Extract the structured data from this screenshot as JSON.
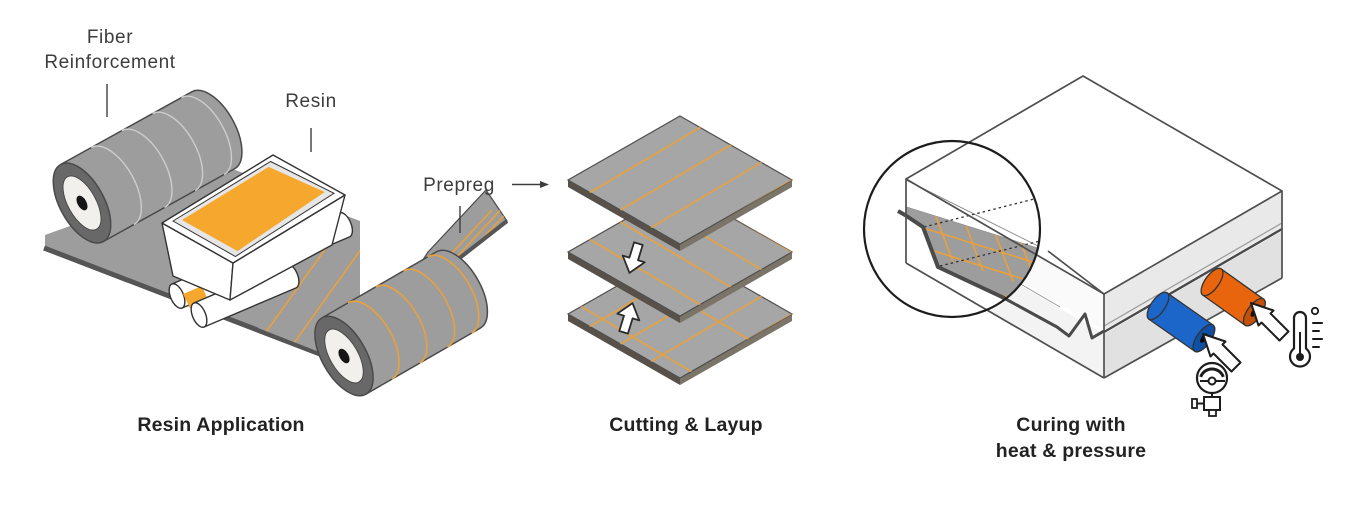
{
  "figure": {
    "type": "process-diagram",
    "subject": "prepreg composite manufacturing",
    "stages": {
      "resin_application": {
        "title": "Resin Application",
        "labels": {
          "fiber_lines": [
            "Fiber",
            "Reinforcement"
          ],
          "resin": "Resin",
          "prepreg": "Prepreg"
        }
      },
      "cutting_layup": {
        "title": "Cutting & Layup",
        "ply_count": 3
      },
      "curing": {
        "title_lines": [
          "Curing with",
          "heat & pressure"
        ]
      }
    },
    "icons": {
      "cursor": "cursor-arrow-icon",
      "thermometer": "thermometer-icon",
      "pressure_gauge": "pressure-gauge-icon",
      "layup_arrows": [
        "arrow-down-icon",
        "arrow-up-icon"
      ]
    },
    "colors": {
      "background": "#ffffff",
      "annotation_gray": "#3d3d3d",
      "title_dark": "#222222",
      "icon_black": "#1a1a1a",
      "fabric_gray": "#9d9d9d",
      "fabric_stripe_light": "#cdcdcd",
      "belt_edge_dark": "#555555",
      "roll_ring_dark": "#686868",
      "roll_core_white": "#f2f0ec",
      "roll_hole_black": "#151515",
      "resin_orange": "#f6a72e",
      "prepreg_stripe_orange": "#e8a13c",
      "bath_inner_gray": "#e6e6e6",
      "sheet_top_gray": "#a6a6a6",
      "sheet_side_dark": "#57514a",
      "sheet_side_light": "#7b7468",
      "press_top_white": "#ffffff",
      "press_left_light": "#fafafa",
      "press_right_shaded": "#e9e9e9",
      "press_lower_left": "#f3f3f3",
      "press_lower_right": "#e1e1e1",
      "seam_dark": "#4a4a4a",
      "heat_orange": "#e8650e",
      "heat_orange_dark": "#c4510a",
      "pressure_blue": "#1b66c8",
      "pressure_blue_dark": "#0f4fa4"
    }
  }
}
